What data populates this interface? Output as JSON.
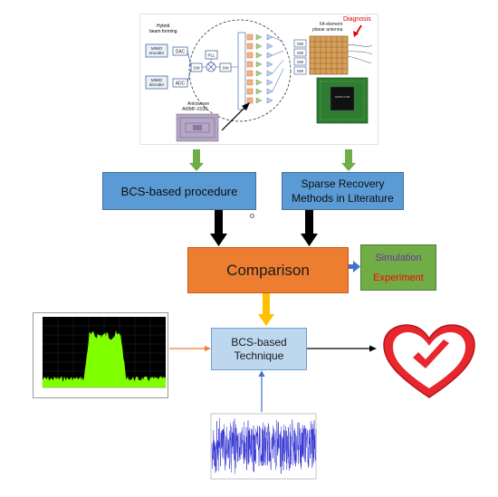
{
  "top_image": {
    "hybrid_label": "Hybrid\nbeam forming",
    "mimo_encoder": "MIMO\nencoder",
    "mimo_decoder": "MIMO\ndecoder",
    "dac": "DAC",
    "adc": "ADC",
    "pll": "PLL",
    "sw": "SW",
    "chip_label": "Ankiowave\nAWMF-0108",
    "antenna_label": "64-element\nplanar antenna",
    "diagnosis": "Diagnosis"
  },
  "boxes": {
    "bcs_procedure": "BCS-based procedure",
    "sparse_line1": "Sparse Recovery",
    "sparse_line2": "Methods in Literature",
    "comparison": "Comparison",
    "simulation": "Simulation",
    "experiment": "Experiment",
    "bcs_tech_line1": "BCS-based",
    "bcs_tech_line2": "Technique"
  },
  "colors": {
    "blue_box": "#5b9bd5",
    "orange_box": "#ed7d31",
    "green_box": "#70ad47",
    "light_blue_box": "#bdd7ee",
    "green_arrow": "#70ad47",
    "gold_arrow": "#ffc000",
    "heart_red": "#e8262e",
    "spectrum_trace": "#7fff00",
    "noise_trace": "#2a2ad0"
  }
}
